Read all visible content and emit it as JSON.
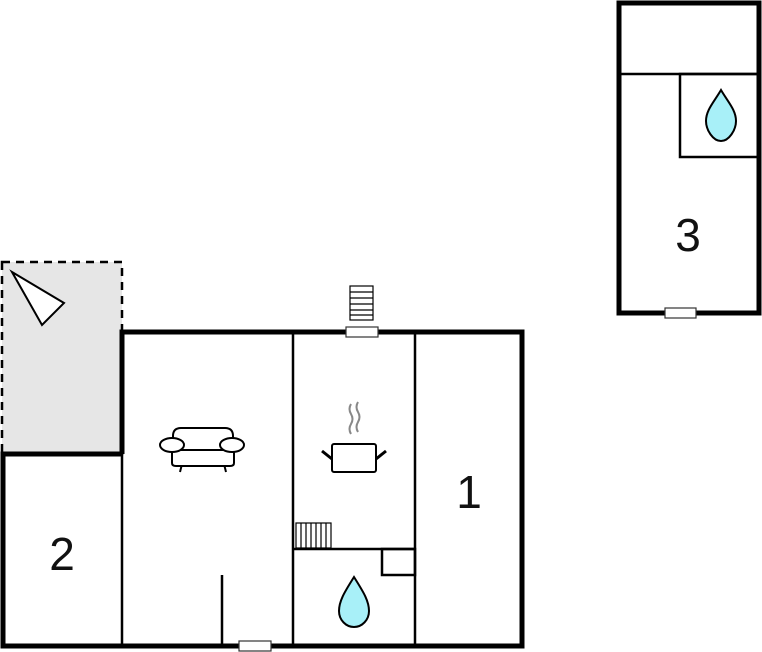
{
  "floor_plan": {
    "room_labels": {
      "room_1": "1",
      "room_2": "2",
      "room_3": "3"
    },
    "icons": [
      "compass-icon",
      "sofa-icon",
      "cooking-pot-icon",
      "water-drop-icon",
      "stairs-icon",
      "door-icon"
    ],
    "colors": {
      "terrace": "#e6e6e6",
      "water": "#a8f0f8",
      "wall": "#000000"
    }
  }
}
